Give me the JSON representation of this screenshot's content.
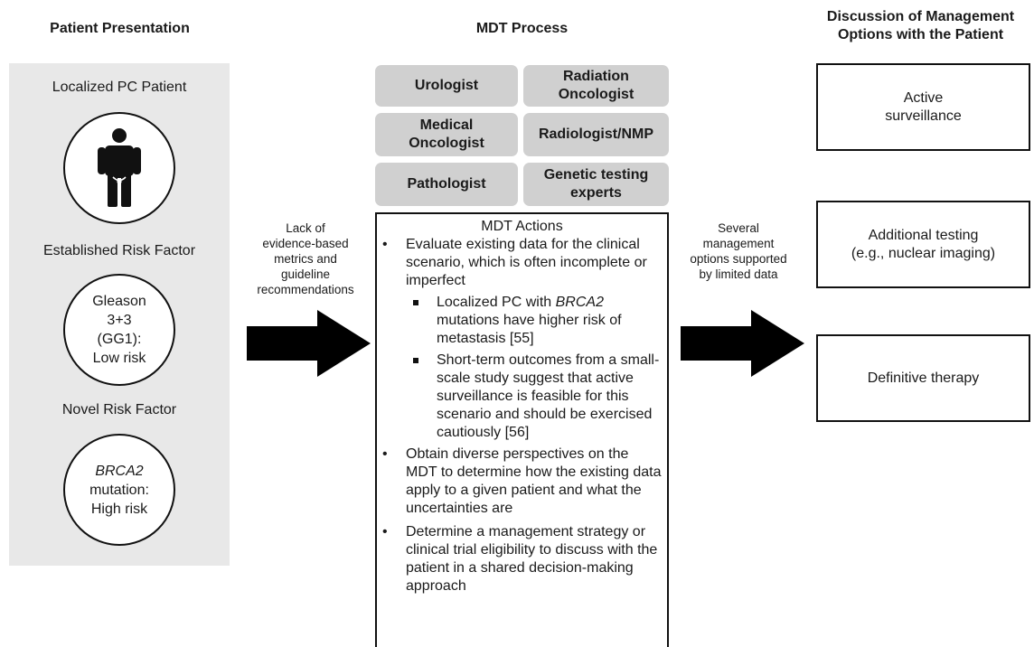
{
  "headers": {
    "patient_presentation": "Patient Presentation",
    "mdt_process": "MDT Process",
    "discussion": "Discussion of Management\nOptions with the Patient"
  },
  "patient": {
    "label_localized": "Localized PC Patient",
    "person_icon": "person-icon",
    "label_established": "Established Risk Factor",
    "gleason_circle": "Gleason\n3+3\n(GG1):\nLow risk",
    "label_novel": "Novel Risk Factor",
    "brca_gene": "BRCA2",
    "brca_rest": "mutation:\nHigh risk"
  },
  "roles": [
    "Urologist",
    "Radiation\nOncologist",
    "Medical\nOncologist",
    "Radiologist/NMP",
    "Pathologist",
    "Genetic testing\nexperts"
  ],
  "left_arrow_note": "Lack of\nevidence-based\nmetrics and\nguideline\nrecommendations",
  "right_arrow_note": "Several\nmanagement\noptions supported\nby limited data",
  "actions": {
    "title": "MDT Actions",
    "bullet1": "Evaluate existing data for the clinical scenario, which is often incomplete or imperfect",
    "sub1_pre": "Localized PC with ",
    "sub1_gene": "BRCA2",
    "sub1_post": " mutations have higher risk of metastasis [55]",
    "sub2": "Short-term outcomes from a small-scale study suggest that active surveillance is feasible for this scenario and should be exercised cautiously [56]",
    "bullet2": "Obtain diverse perspectives on the MDT to determine how the existing data apply to a given patient and what the uncertainties are",
    "bullet3": "Determine a management strategy or clinical trial eligibility to discuss with the patient in a shared decision-making approach"
  },
  "options": [
    "Active\nsurveillance",
    "Additional testing\n(e.g., nuclear imaging)",
    "Definitive therapy"
  ],
  "colors": {
    "panel_bg": "#e8e8e8",
    "role_bg": "#d0d0d0",
    "arrow": "#000000"
  }
}
